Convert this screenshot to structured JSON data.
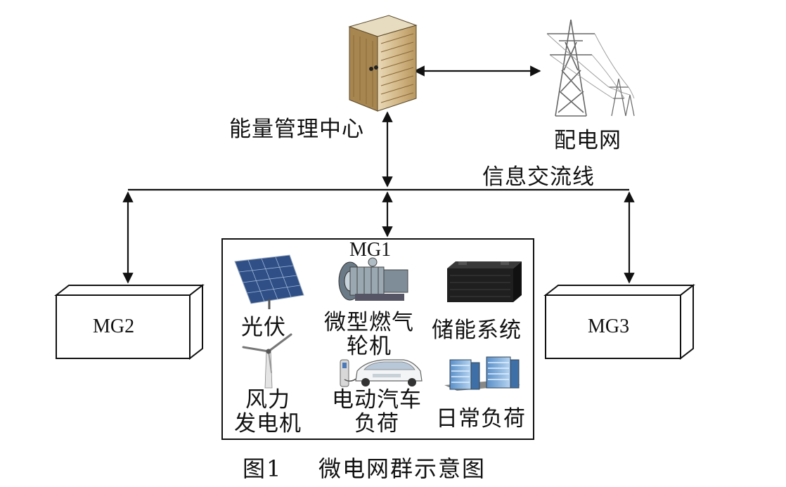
{
  "nodes": {
    "center": "能量管理中心",
    "grid": "配电网",
    "info_line": "信息交流线",
    "mg1": "MG1",
    "mg2": "MG2",
    "mg3": "MG3"
  },
  "mg1_components": {
    "pv": "光伏",
    "turbine_l1": "微型燃气",
    "turbine_l2": "轮机",
    "storage": "储能系统",
    "wind_l1": "风力",
    "wind_l2": "发电机",
    "ev_l1": "电动汽车",
    "ev_l2": "负荷",
    "daily": "日常负荷"
  },
  "caption": {
    "figure": "图1",
    "title": "微电网群示意图"
  },
  "icons": [
    "server-icon",
    "transmission-tower-icon",
    "solar-panel-icon",
    "gas-turbine-icon",
    "battery-icon",
    "wind-turbine-icon",
    "electric-car-icon",
    "buildings-icon"
  ]
}
